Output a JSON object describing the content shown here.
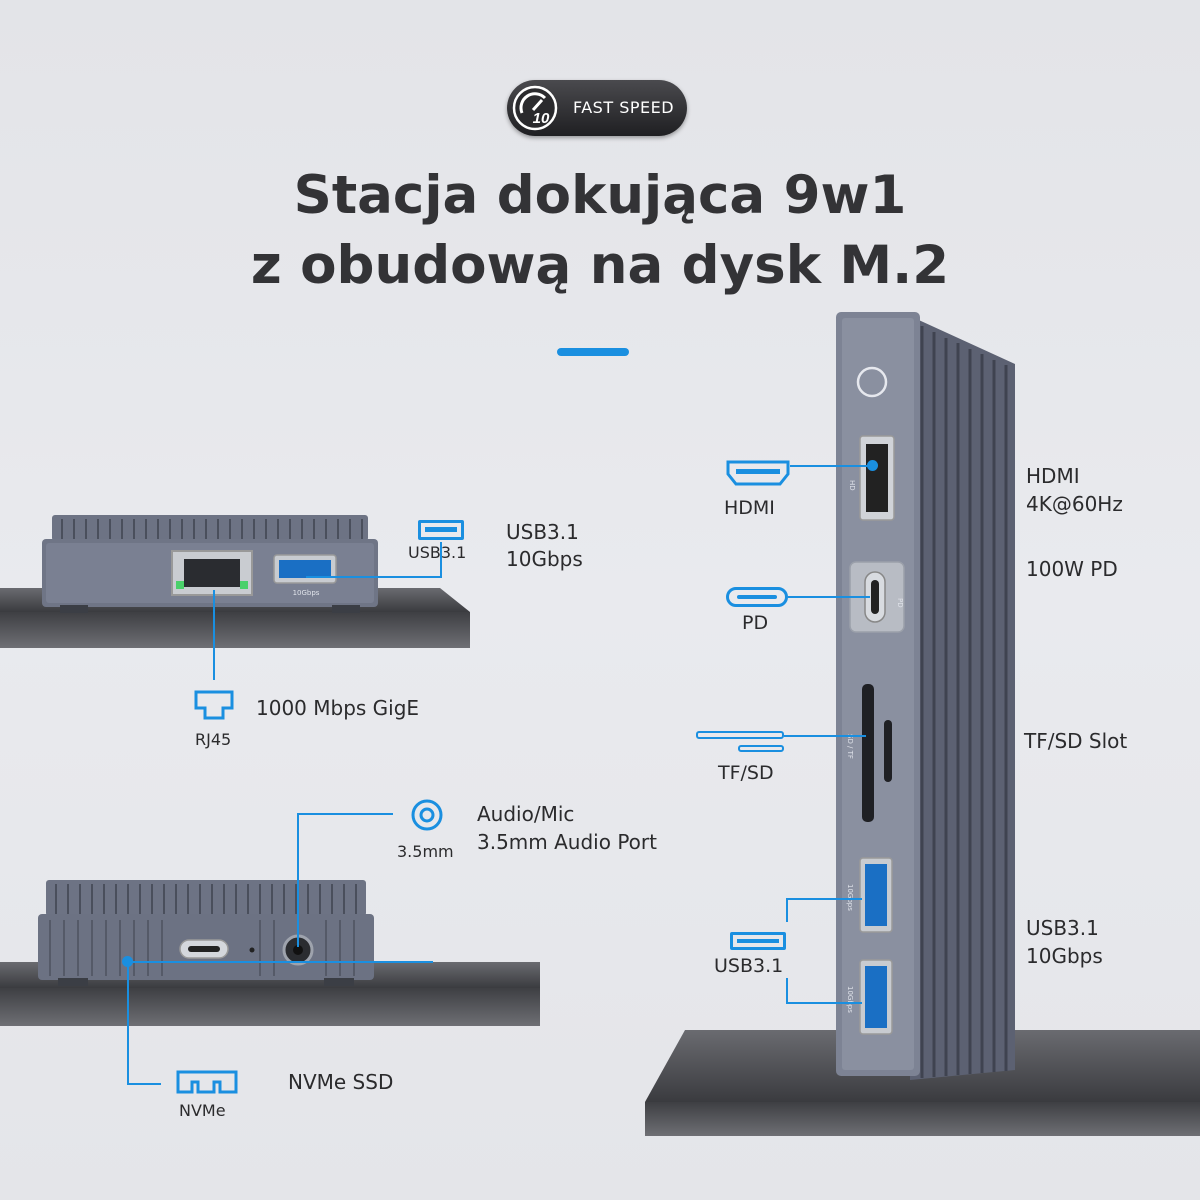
{
  "badge": {
    "number": "10",
    "text": "FAST SPEED"
  },
  "headline": {
    "line1": "Stacja dokująca 9w1",
    "line2": "z obudową na dysk M.2"
  },
  "ports": {
    "usb_top": {
      "icon_caption": "USB3.1",
      "label_line1": "USB3.1",
      "label_line2": "10Gbps",
      "port_print": "10Gbps"
    },
    "rj45": {
      "icon_caption": "RJ45",
      "label": "1000 Mbps GigE"
    },
    "audio": {
      "icon_caption": "3.5mm",
      "label_line1": "Audio/Mic",
      "label_line2": "3.5mm Audio Port"
    },
    "nvme": {
      "icon_caption": "NVMe",
      "label": "NVMe SSD"
    },
    "hdmi": {
      "icon_caption": "HDMI",
      "label_line1": "HDMI",
      "label_line2": "4K@60Hz",
      "port_print": "HD"
    },
    "pd": {
      "icon_caption": "PD",
      "label": "100W PD",
      "port_print": "PD"
    },
    "tfsd": {
      "icon_caption": "TF/SD",
      "label": "TF/SD Slot",
      "port_print": "SD / TF"
    },
    "usb_side": {
      "icon_caption": "USB3.1",
      "label_line1": "USB3.1",
      "label_line2": "10Gbps",
      "port_print": "10Gbps"
    }
  },
  "colors": {
    "accent": "#1a8fe0",
    "text": "#2e2e30",
    "device": "#5d6273"
  }
}
